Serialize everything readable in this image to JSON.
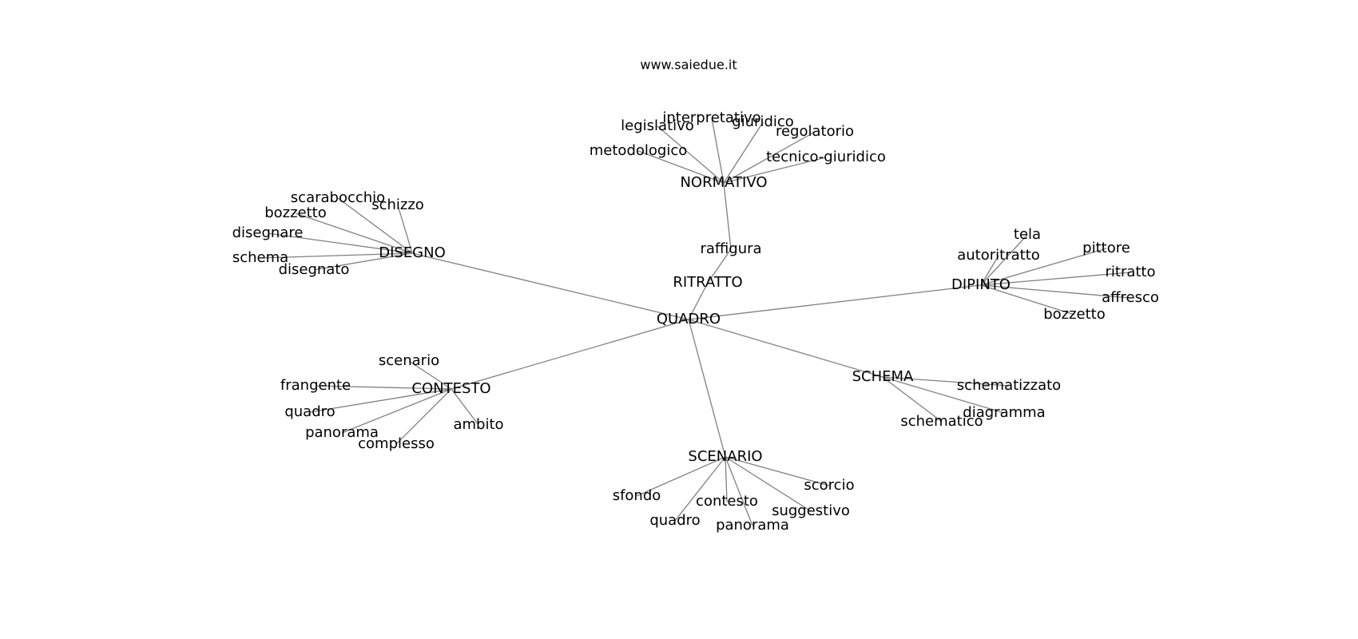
{
  "site": "www.saiedue.it",
  "graph": {
    "hub": "QUADRO",
    "nodes": [
      {
        "id": "QUADRO",
        "label": "QUADRO"
      },
      {
        "id": "RITRATTO",
        "label": "RITRATTO"
      },
      {
        "id": "raffigura",
        "label": "raffigura"
      },
      {
        "id": "NORMATIVO",
        "label": "NORMATIVO"
      },
      {
        "id": "interpretativo",
        "label": "interpretativo"
      },
      {
        "id": "giuridico",
        "label": "giuridico"
      },
      {
        "id": "legislativo",
        "label": "legislativo"
      },
      {
        "id": "regolatorio",
        "label": "regolatorio"
      },
      {
        "id": "metodologico",
        "label": "metodologico"
      },
      {
        "id": "tecnico-giuridico",
        "label": "tecnico-giuridico"
      },
      {
        "id": "DISEGNO",
        "label": "DISEGNO"
      },
      {
        "id": "scarabocchio",
        "label": "scarabocchio"
      },
      {
        "id": "schizzo",
        "label": "schizzo"
      },
      {
        "id": "bozzetto-d",
        "label": "bozzetto"
      },
      {
        "id": "disegnare",
        "label": "disegnare"
      },
      {
        "id": "schema",
        "label": "schema"
      },
      {
        "id": "disegnato",
        "label": "disegnato"
      },
      {
        "id": "DIPINTO",
        "label": "DIPINTO"
      },
      {
        "id": "tela",
        "label": "tela"
      },
      {
        "id": "autoritratto",
        "label": "autoritratto"
      },
      {
        "id": "pittore",
        "label": "pittore"
      },
      {
        "id": "ritratto",
        "label": "ritratto"
      },
      {
        "id": "affresco",
        "label": "affresco"
      },
      {
        "id": "bozzetto-p",
        "label": "bozzetto"
      },
      {
        "id": "CONTESTO",
        "label": "CONTESTO"
      },
      {
        "id": "scenario",
        "label": "scenario"
      },
      {
        "id": "frangente",
        "label": "frangente"
      },
      {
        "id": "quadro-c",
        "label": "quadro"
      },
      {
        "id": "panorama-c",
        "label": "panorama"
      },
      {
        "id": "complesso",
        "label": "complesso"
      },
      {
        "id": "ambito",
        "label": "ambito"
      },
      {
        "id": "SCHEMA",
        "label": "SCHEMA"
      },
      {
        "id": "schematizzato",
        "label": "schematizzato"
      },
      {
        "id": "diagramma",
        "label": "diagramma"
      },
      {
        "id": "schematico",
        "label": "schematico"
      },
      {
        "id": "SCENARIO",
        "label": "SCENARIO"
      },
      {
        "id": "sfondo",
        "label": "sfondo"
      },
      {
        "id": "quadro-s",
        "label": "quadro"
      },
      {
        "id": "contesto",
        "label": "contesto"
      },
      {
        "id": "panorama-s",
        "label": "panorama"
      },
      {
        "id": "suggestivo",
        "label": "suggestivo"
      },
      {
        "id": "scorcio",
        "label": "scorcio"
      }
    ],
    "edges": [
      [
        "QUADRO",
        "RITRATTO"
      ],
      [
        "QUADRO",
        "DISEGNO"
      ],
      [
        "QUADRO",
        "DIPINTO"
      ],
      [
        "QUADRO",
        "CONTESTO"
      ],
      [
        "QUADRO",
        "SCHEMA"
      ],
      [
        "QUADRO",
        "SCENARIO"
      ],
      [
        "RITRATTO",
        "raffigura"
      ],
      [
        "raffigura",
        "NORMATIVO"
      ],
      [
        "NORMATIVO",
        "interpretativo"
      ],
      [
        "NORMATIVO",
        "giuridico"
      ],
      [
        "NORMATIVO",
        "legislativo"
      ],
      [
        "NORMATIVO",
        "regolatorio"
      ],
      [
        "NORMATIVO",
        "metodologico"
      ],
      [
        "NORMATIVO",
        "tecnico-giuridico"
      ],
      [
        "DISEGNO",
        "scarabocchio"
      ],
      [
        "DISEGNO",
        "schizzo"
      ],
      [
        "DISEGNO",
        "bozzetto-d"
      ],
      [
        "DISEGNO",
        "disegnare"
      ],
      [
        "DISEGNO",
        "schema"
      ],
      [
        "DISEGNO",
        "disegnato"
      ],
      [
        "DIPINTO",
        "tela"
      ],
      [
        "DIPINTO",
        "autoritratto"
      ],
      [
        "DIPINTO",
        "pittore"
      ],
      [
        "DIPINTO",
        "ritratto"
      ],
      [
        "DIPINTO",
        "affresco"
      ],
      [
        "DIPINTO",
        "bozzetto-p"
      ],
      [
        "CONTESTO",
        "scenario"
      ],
      [
        "CONTESTO",
        "frangente"
      ],
      [
        "CONTESTO",
        "quadro-c"
      ],
      [
        "CONTESTO",
        "panorama-c"
      ],
      [
        "CONTESTO",
        "complesso"
      ],
      [
        "CONTESTO",
        "ambito"
      ],
      [
        "SCHEMA",
        "schematizzato"
      ],
      [
        "SCHEMA",
        "diagramma"
      ],
      [
        "SCHEMA",
        "schematico"
      ],
      [
        "SCENARIO",
        "sfondo"
      ],
      [
        "SCENARIO",
        "quadro-s"
      ],
      [
        "SCENARIO",
        "contesto"
      ],
      [
        "SCENARIO",
        "panorama-s"
      ],
      [
        "SCENARIO",
        "suggestivo"
      ],
      [
        "SCENARIO",
        "scorcio"
      ]
    ]
  }
}
